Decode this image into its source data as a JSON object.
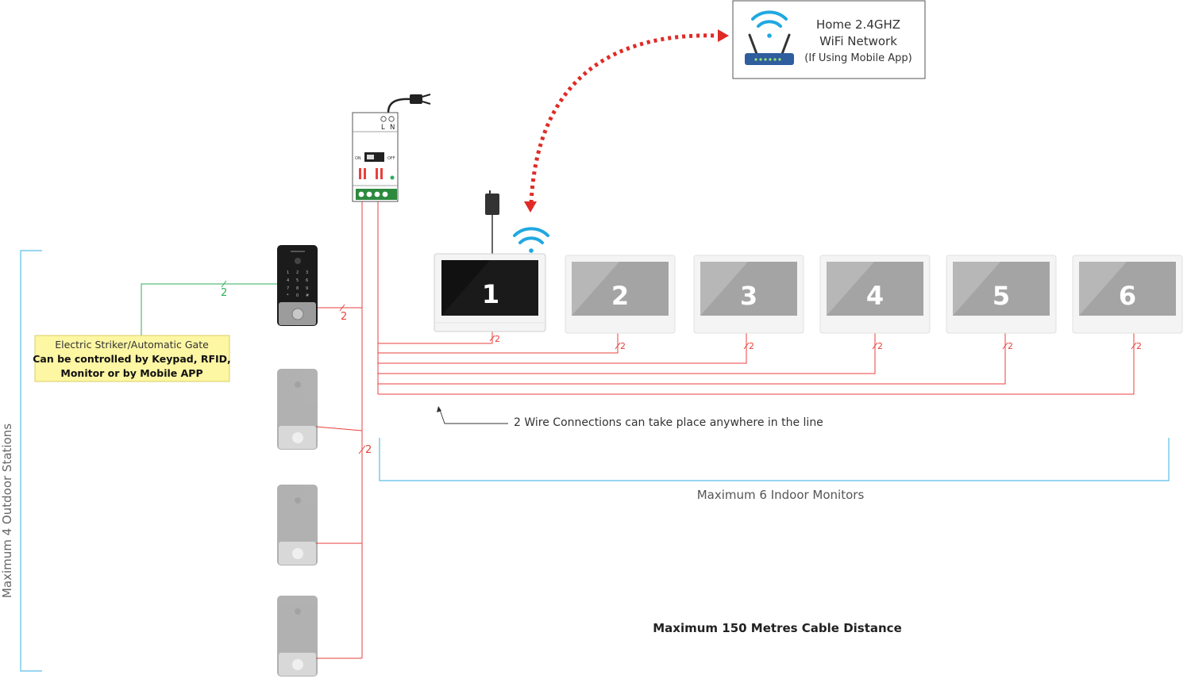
{
  "router_box": {
    "line1": "Home 2.4GHZ",
    "line2": "WiFi Network",
    "line3": "(If Using Mobile App)"
  },
  "power_supply": {
    "terminal_l": "L",
    "terminal_n": "N",
    "switch_on": "ON",
    "switch_off": "OFF"
  },
  "monitors": [
    {
      "number": "1"
    },
    {
      "number": "2"
    },
    {
      "number": "3"
    },
    {
      "number": "4"
    },
    {
      "number": "5"
    },
    {
      "number": "6"
    }
  ],
  "wire_count_label": "2",
  "striker_note": {
    "line1": "Electric Striker/Automatic Gate",
    "line2": "Can be controlled by Keypad, RFID,",
    "line3": "Monitor or by Mobile APP"
  },
  "wire_note": "2 Wire Connections can take place anywhere in the line",
  "indoor_label": "Maximum 6 Indoor Monitors",
  "outdoor_label": "Maximum 4 Outdoor Stations",
  "distance_label": "Maximum 150 Metres Cable Distance",
  "colors": {
    "wire_red": "#e8413c",
    "wire_green": "#2fae5b",
    "bracket_blue": "#5bbde4",
    "wifi_blue": "#1fa8e0",
    "note_fill": "#fdf6a3",
    "dotted_arrow": "#e02a25"
  }
}
